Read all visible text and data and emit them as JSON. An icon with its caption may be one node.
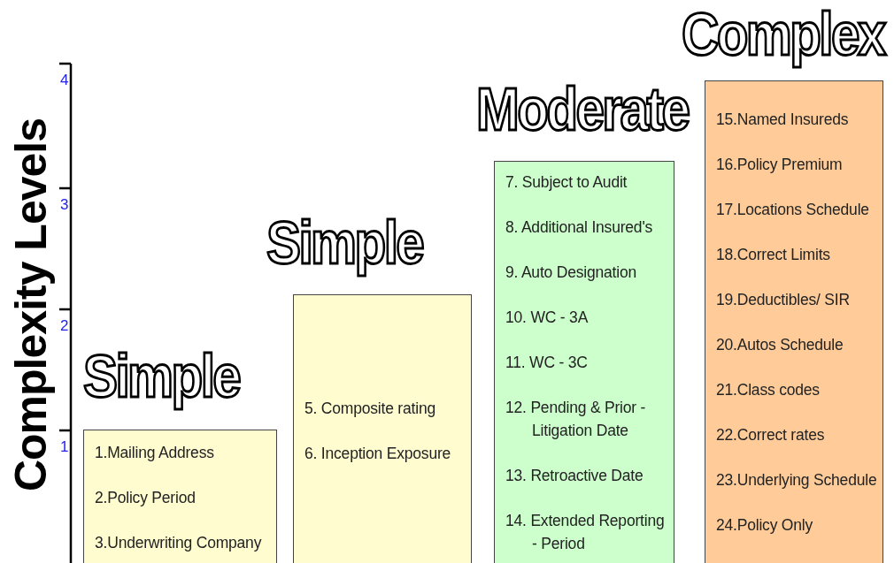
{
  "diagram": {
    "nodes": [
      {
        "text": [
          "Simple",
          "1.Mailing Address",
          "2.Policy Period",
          "3.Underwriting Company"
        ]
      },
      {
        "text": [
          "Simple",
          "5. Composite rating",
          "6. Inception Exposure"
        ]
      },
      {
        "text": [
          "Moderate",
          "7. Subject to Audit",
          "8. Additional Insured's",
          "9. Auto Designation",
          "10. WC - 3A",
          "11. WC - 3C",
          "12. Pending & Prior - Litigation Date",
          "13. Retroactive Date",
          "14. Extended Reporting - Period"
        ]
      },
      {
        "text": [
          "Complex",
          "15.Named Insureds",
          "16.Policy Premium",
          "17.Locations Schedule",
          "18.Correct Limits",
          "19.Deductibles/ SIR",
          "20.Autos Schedule",
          "21.Class codes",
          "22.Correct rates",
          "23.Underlying Schedule",
          "24.Policy Only"
        ]
      }
    ],
    "labels": [
      "Complexity Levels",
      "4",
      "3",
      "2",
      "1"
    ]
  }
}
